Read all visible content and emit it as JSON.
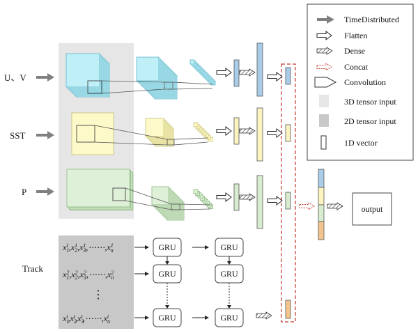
{
  "inputs": {
    "uv": "U、V",
    "sst": "SST",
    "p": "P",
    "track": "Track"
  },
  "gru_label": "GRU",
  "output_label": "output",
  "track_rows": [
    {
      "a": "x",
      "sup": "1"
    },
    {
      "a": "x",
      "sup": "2"
    },
    {
      "a": "x",
      "sup": "t"
    }
  ],
  "vdots": "⋮",
  "legend": {
    "items": [
      {
        "icon": "time-distributed-arrow-icon",
        "label": "TimeDistributed"
      },
      {
        "icon": "flatten-arrow-icon",
        "label": "Flatten"
      },
      {
        "icon": "dense-arrow-icon",
        "label": "Dense"
      },
      {
        "icon": "concat-arrow-icon",
        "label": "Concat"
      },
      {
        "icon": "convolution-icon",
        "label": "Convolution"
      },
      {
        "icon": "3d-tensor-swatch-icon",
        "label": "3D tensor input"
      },
      {
        "icon": "2d-tensor-swatch-icon",
        "label": "2D tensor input"
      },
      {
        "icon": "1d-vector-icon",
        "label": "1D vector"
      }
    ]
  },
  "colors": {
    "uv_fill": "#bff0f8",
    "uv_stroke": "#5fb6c8",
    "sst_fill": "#fdf9c8",
    "sst_stroke": "#c8c070",
    "p_fill": "#dff0d8",
    "p_stroke": "#8ab880",
    "vec_blue": "#a9cde8",
    "vec_yellow": "#fbf3c0",
    "vec_green": "#d8ecd0",
    "vec_orange": "#f3c58e",
    "gray3d": "#e6e6e6",
    "gray2d": "#c8c8c8",
    "concat_red": "#c0392b"
  }
}
